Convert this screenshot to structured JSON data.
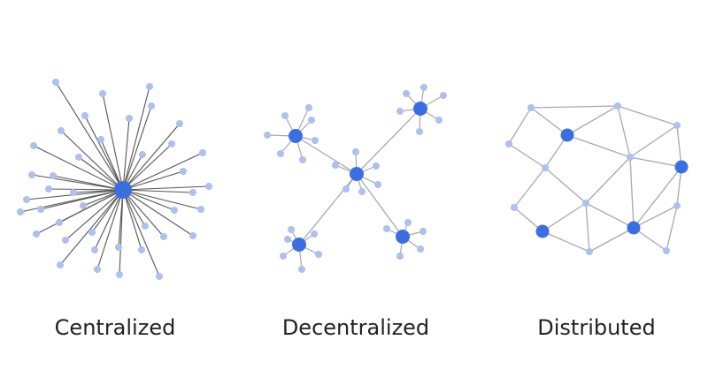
{
  "colors": {
    "hub": "#3b6fe0",
    "leaf": "#aebff0",
    "edge": "#555555",
    "mesh_edge": "#a8a8b0",
    "caption": "#222222"
  },
  "diagrams": [
    {
      "id": "centralized",
      "label": "Centralized"
    },
    {
      "id": "decentralized",
      "label": "Decentralized"
    },
    {
      "id": "distributed",
      "label": "Distributed"
    }
  ]
}
